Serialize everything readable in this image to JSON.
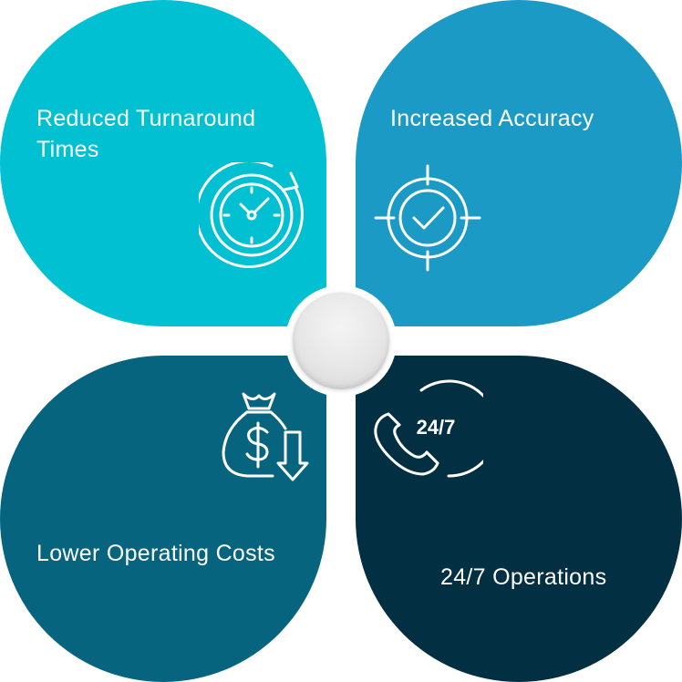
{
  "colors": {
    "top_left": "#00c0d2",
    "top_right": "#1b9ac5",
    "bottom_left": "#07647e",
    "bottom_right": "#022f42",
    "text": "#ffffff"
  },
  "quadrants": {
    "top_left": {
      "label": "Reduced Turnaround Times",
      "icon": "clock-refresh-icon"
    },
    "top_right": {
      "label": "Increased Accuracy",
      "icon": "target-check-icon"
    },
    "bottom_left": {
      "label": "Lower Operating Costs",
      "icon": "money-bag-down-arrow-icon"
    },
    "bottom_right": {
      "label": "24/7 Operations",
      "icon": "phone-24-7-icon",
      "icon_text": "24/7"
    }
  }
}
